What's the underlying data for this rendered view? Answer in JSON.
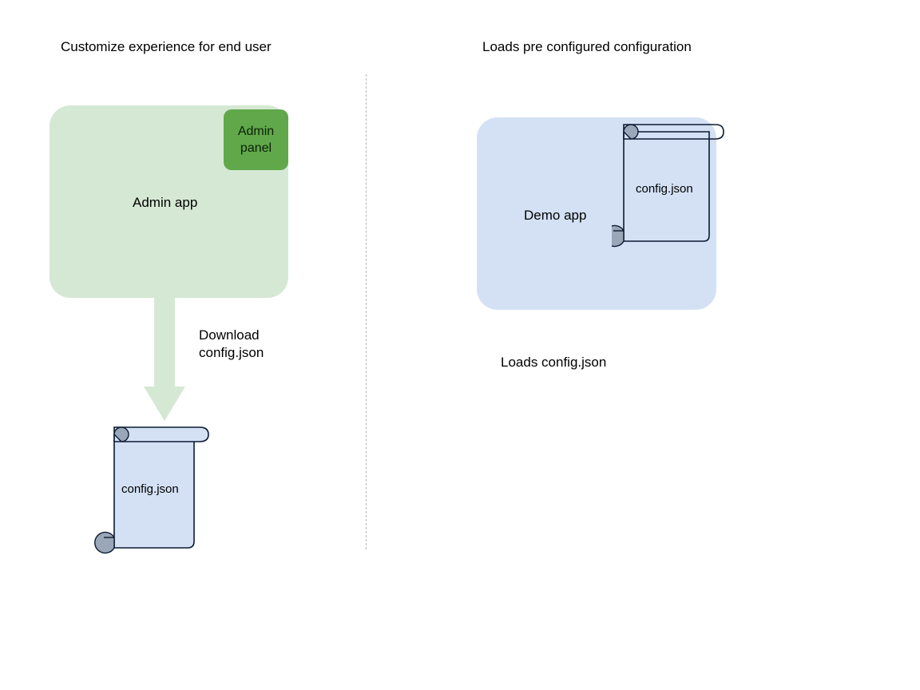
{
  "diagram": {
    "type": "flow-diagram",
    "background_color": "#ffffff",
    "headings": {
      "left": "Customize experience for end user",
      "right": "Loads pre configured configuration"
    },
    "left_panel": {
      "app_box": {
        "label": "Admin app",
        "fill_color": "#d5e8d4"
      },
      "admin_panel": {
        "label": "Admin\npanel",
        "fill_color": "#60a84a",
        "text_color": "#0b1f06"
      },
      "arrow": {
        "label": "Download\nconfig.json",
        "fill_color": "#d5e8d4",
        "direction": "down"
      },
      "document": {
        "label": "config.json",
        "fill_color": "#d4e1f5",
        "stroke_color": "#0b1b33",
        "curl_color": "#9aa7b8"
      }
    },
    "right_panel": {
      "app_box": {
        "label": "Demo app",
        "fill_color": "#d4e1f5"
      },
      "document": {
        "label": "config.json",
        "fill_color": "transparent",
        "stroke_color": "#0b1b33",
        "curl_color": "#9aa7b8"
      },
      "caption": "Loads config.json"
    },
    "divider": {
      "style": "dashed-vertical",
      "color": "#b9b9b9"
    }
  }
}
